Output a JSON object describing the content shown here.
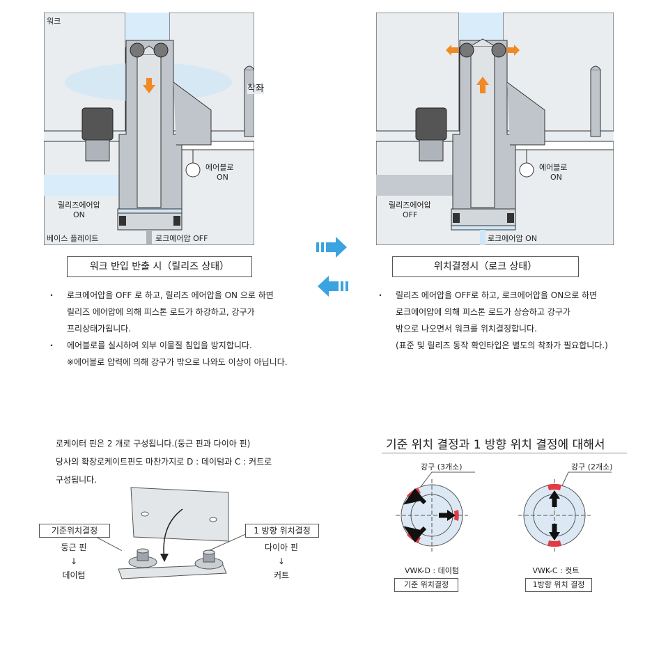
{
  "left_diagram": {
    "work": "워크",
    "seat": "착좌",
    "air_blow": "에어블로",
    "air_blow_on": "ON",
    "release_air": "릴리즈에어압",
    "release_on": "ON",
    "base_plate": "베이스 플레이트",
    "lock_air": "로크에어압 OFF"
  },
  "right_diagram": {
    "air_blow": "에어블로",
    "air_blow_on": "ON",
    "release_air": "릴리즈에어압",
    "release_off": "OFF",
    "lock_air": "로크에어압 ON"
  },
  "captions": {
    "left": "워크 반입 반출 시（릴리즈 상태）",
    "right": "위치결정시（로크 상태）"
  },
  "bullet_mark": "・",
  "left_bullets": [
    [
      "로크에어압을 OFF 로 하고, 릴리즈 에어압을 ON 으로 하면",
      "릴리즈 에어압에 의해 피스톤 로드가 하강하고, 강구가",
      "프리상태가됩니다."
    ],
    [
      "에어블로를 실시하여 외부 이물질 침입을 방지합니다.",
      "※에어블로 압력에 의해 강구가 밖으로 나와도 이상이 아닙니다."
    ]
  ],
  "right_bullets": [
    [
      "릴리즈 에어압을 OFF로 하고, 로크에어압을 ON으로 하면",
      "로크에어압에 의해 피스톤 로드가 상승하고 강구가",
      "밖으로 나오면서 워크를 위치결정합니다.",
      "(표준 및 릴리즈 동작 확인타입은 별도의 착좌가 필요합니다.)"
    ]
  ],
  "locate_pin": {
    "lines": [
      "로케이터 핀은 2 개로 구성됩니다.(둥근 핀과 다이아 핀)",
      "당사의 확장로케이트핀도 마찬가지로 D : 데이텀과 C : 커트로",
      "구성됩니다."
    ],
    "left_box": "기준위치결정",
    "left_sub": [
      "둥근 핀",
      "↓",
      "데이텀"
    ],
    "right_box": "1 방향 위치결정",
    "right_sub": [
      "다이아 핀",
      "↓",
      "커트"
    ]
  },
  "ref_section": {
    "title": "기준 위치 결정과 1 방향 위치 결정에 대해서",
    "left_balls": "강구 (3개소)",
    "right_balls": "강구 (2개소)",
    "left_model": "VWK-D : 데이텀",
    "left_box": "기준 위치결정",
    "right_model": "VWK-C : 컷트",
    "right_box": "1방향 위치 결정"
  }
}
